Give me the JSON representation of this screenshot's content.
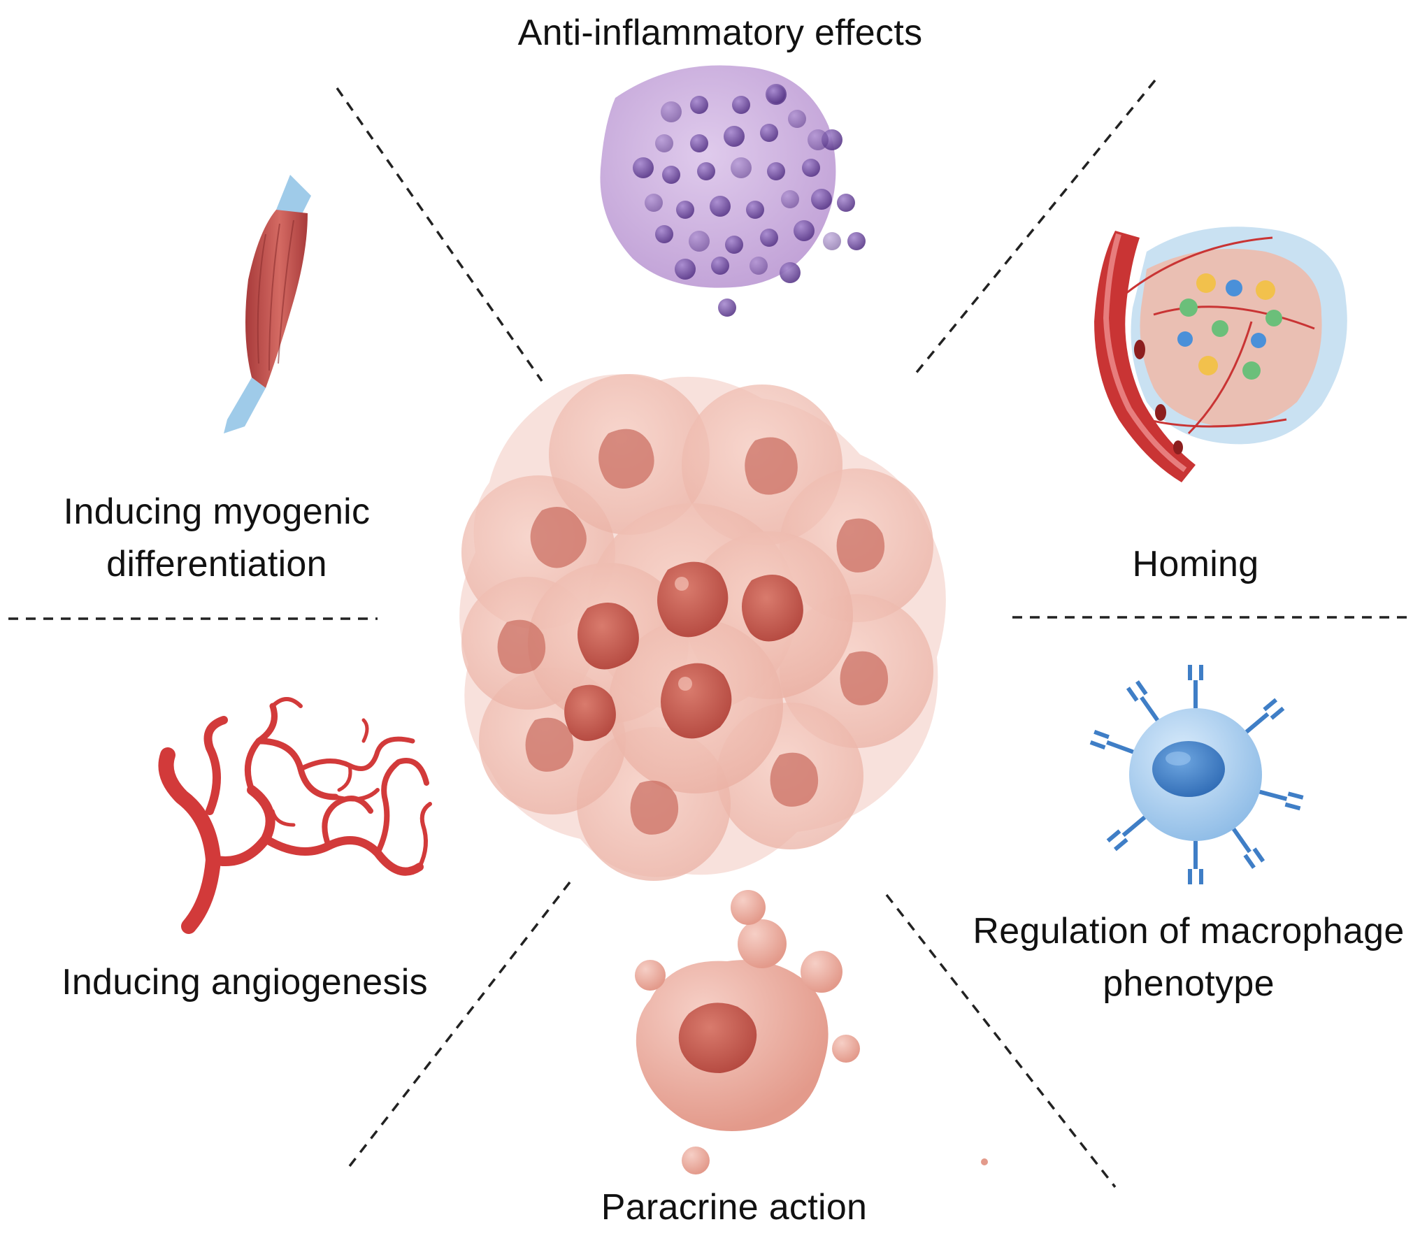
{
  "title": "",
  "center": {
    "icon": "stem-cell-cluster"
  },
  "effects": [
    {
      "id": "anti-inflammatory",
      "lines": [
        "Anti-inflammatory effects"
      ],
      "icon": "immune-cell-with-granules"
    },
    {
      "id": "homing",
      "lines": [
        "Homing"
      ],
      "icon": "blood-vessel-and-tissue"
    },
    {
      "id": "macrophage",
      "lines": [
        "Regulation of macrophage",
        "phenotype"
      ],
      "icon": "macrophage-cell-with-receptors"
    },
    {
      "id": "paracrine",
      "lines": [
        "Paracrine action"
      ],
      "icon": "secreting-cell"
    },
    {
      "id": "angiogenesis",
      "lines": [
        "Inducing angiogenesis"
      ],
      "icon": "branching-blood-vessels"
    },
    {
      "id": "myogenic",
      "lines": [
        "Inducing myogenic",
        "differentiation"
      ],
      "icon": "muscle-fiber"
    }
  ],
  "colors": {
    "muscle": "#c9524f",
    "tendon": "#9fcbe9",
    "immune": "#7a4fa3",
    "immune_bg": "#c7a6dc",
    "vessel": "#d23a3a",
    "macrophage": "#8fbfe8",
    "nucleus_blue": "#3f7ec6",
    "cell_pink": "#e9a79a",
    "nucleus_pink": "#c2574c",
    "divider": "#222222"
  }
}
